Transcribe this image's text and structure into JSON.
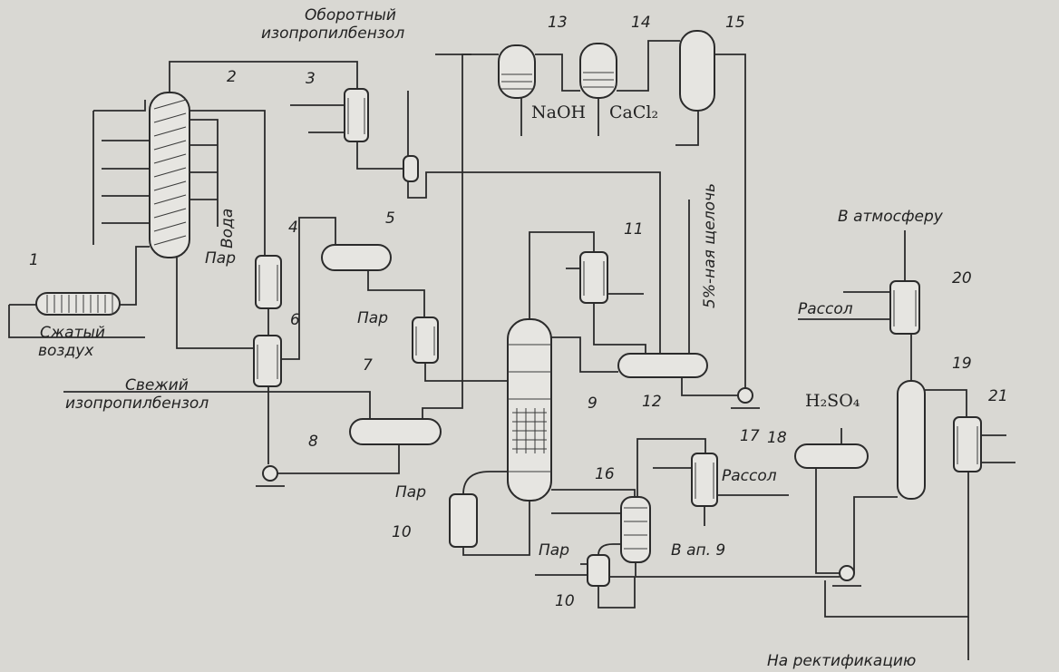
{
  "labels": {
    "recycle_line1": "Оборотный",
    "recycle_line2": "изопропилбензол",
    "fresh_line1": "Свежий",
    "fresh_line2": "изопропилбензол",
    "compressed_air1": "Сжатый",
    "compressed_air2": "воздух",
    "water": "Вода",
    "steam": "Пар",
    "brine": "Рассол",
    "alkali": "5%-ная щелочь",
    "naoh": "NaOH",
    "cacl2": "CaCl₂",
    "to_atmosphere": "В атмосферу",
    "to_apparatus9": "В ап. 9",
    "h2so4": "H₂SO₄",
    "to_rectification": "На ректификацию"
  },
  "equipment_numbers": [
    "1",
    "2",
    "3",
    "4",
    "5",
    "6",
    "7",
    "8",
    "9",
    "10",
    "10",
    "11",
    "12",
    "13",
    "14",
    "15",
    "16",
    "17",
    "18",
    "19",
    "20",
    "21"
  ]
}
